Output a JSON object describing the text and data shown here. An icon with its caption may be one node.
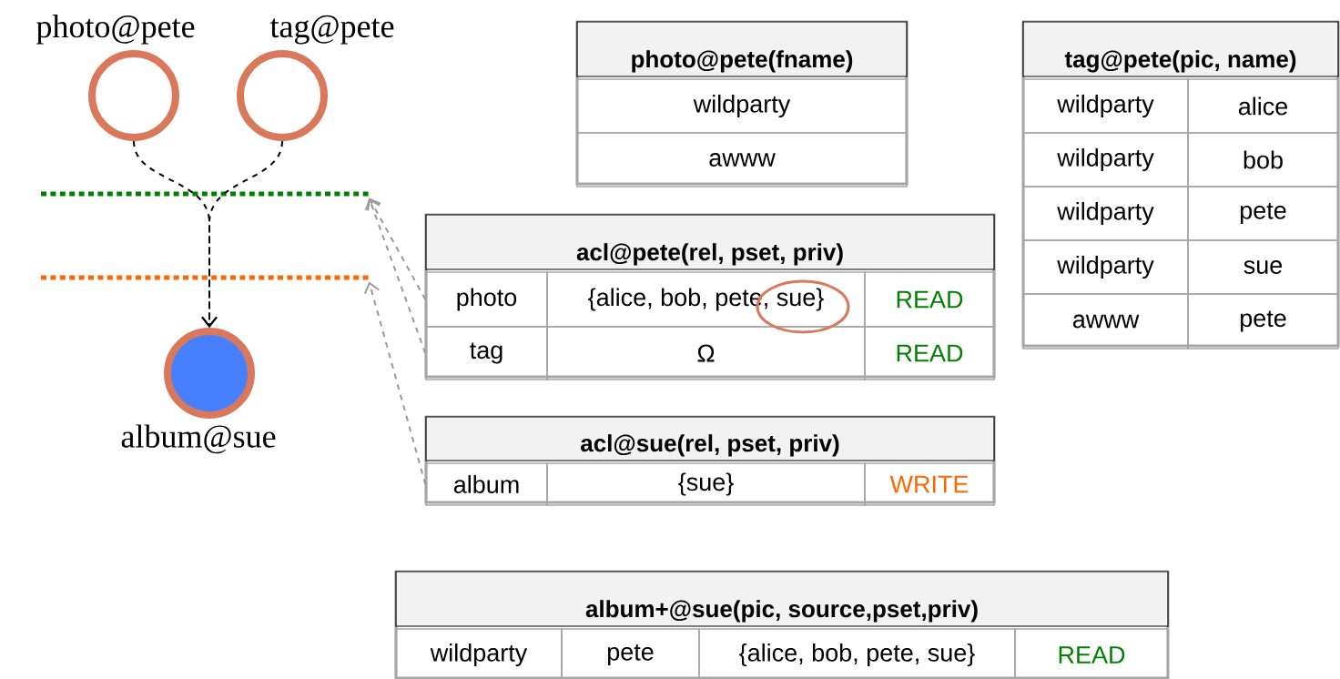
{
  "diagram": {
    "nodes": [
      {
        "text": [
          "photo@pete"
        ]
      },
      {
        "text": [
          "tag@pete"
        ]
      },
      {
        "text": [
          "album@sue"
        ]
      },
      {
        "text": [],
        "shape": "line"
      },
      {
        "text": [],
        "shape": "line"
      },
      {
        "text": [
          "photo@pete(fname)"
        ]
      },
      {
        "text": [
          "wildparty"
        ],
        "in": 5
      },
      {
        "text": [
          "awww"
        ],
        "in": 5
      },
      {
        "text": [
          "tag@pete(pic, name)"
        ]
      },
      {
        "text": [
          "wildparty"
        ],
        "in": 8
      },
      {
        "text": [
          "alice"
        ],
        "in": 8
      },
      {
        "text": [
          "wildparty"
        ],
        "in": 8
      },
      {
        "text": [
          "bob"
        ],
        "in": 8
      },
      {
        "text": [
          "wildparty"
        ],
        "in": 8
      },
      {
        "text": [
          "pete"
        ],
        "in": 8
      },
      {
        "text": [
          "wildparty"
        ],
        "in": 8
      },
      {
        "text": [
          "sue"
        ],
        "in": 8
      },
      {
        "text": [
          "awww"
        ],
        "in": 8
      },
      {
        "text": [
          "pete"
        ],
        "in": 8
      },
      {
        "text": [
          "acl@pete(rel, pset, priv)"
        ]
      },
      {
        "text": [
          "photo"
        ],
        "in": 19
      },
      {
        "text": [
          "{alice, bob, pete, sue}"
        ],
        "in": 19
      },
      {
        "text": [
          "READ"
        ],
        "in": 19
      },
      {
        "text": [
          "tag"
        ],
        "in": 19
      },
      {
        "text": [
          "Ω"
        ],
        "in": 19
      },
      {
        "text": [
          "READ"
        ],
        "in": 19
      },
      {
        "text": [
          "acl@sue(rel, pset, priv)"
        ]
      },
      {
        "text": [
          "album"
        ],
        "in": 26
      },
      {
        "text": [
          "{sue}"
        ],
        "in": 26
      },
      {
        "text": [
          "WRITE"
        ],
        "in": 26
      },
      {
        "text": [
          "album+@sue(pic, source,pset,priv)"
        ]
      },
      {
        "text": [
          "wildparty"
        ],
        "in": 30
      },
      {
        "text": [
          "pete"
        ],
        "in": 30
      },
      {
        "text": [
          "{alice, bob, pete, sue}"
        ],
        "in": 30
      },
      {
        "text": [
          "READ"
        ],
        "in": 30
      }
    ],
    "edges": [
      {
        "from": 0,
        "to": 2,
        "arrow": "to",
        "style": "dashed",
        "color": "#000000"
      },
      {
        "from": 1,
        "to": 2,
        "arrow": "to",
        "style": "dashed",
        "color": "#000000"
      },
      {
        "from": 20,
        "to": 3,
        "arrow": "to",
        "style": "dashed",
        "color": "#999999"
      },
      {
        "from": 23,
        "to": 3,
        "arrow": "to",
        "style": "dashed",
        "color": "#999999"
      },
      {
        "from": 27,
        "to": 4,
        "arrow": "to",
        "style": "dashed",
        "color": "#999999"
      }
    ]
  }
}
